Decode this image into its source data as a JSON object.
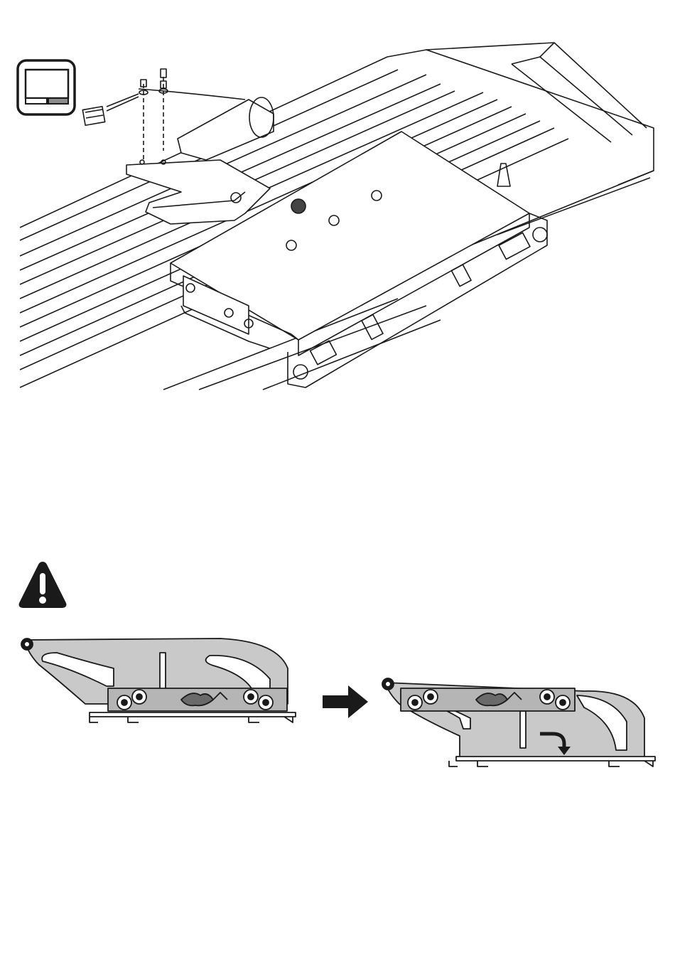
{
  "page": {
    "figure_1": {
      "name": "rail-mount-assembly"
    },
    "figure_2": {
      "name": "arm-position-before"
    },
    "figure_3": {
      "name": "arm-position-after"
    }
  },
  "icons": {
    "mode_icon": "panel-mode-icon",
    "warning_icon": "warning-triangle-icon",
    "next_arrow": "right-arrow-icon",
    "rotate_arrow": "rotate-down-arrow-icon"
  },
  "colors": {
    "line": "#1a1a1a",
    "part_fill": "#c9c9c9",
    "part_fill_dark": "#a8a8a8",
    "marker": "#444444",
    "background": "#ffffff"
  }
}
